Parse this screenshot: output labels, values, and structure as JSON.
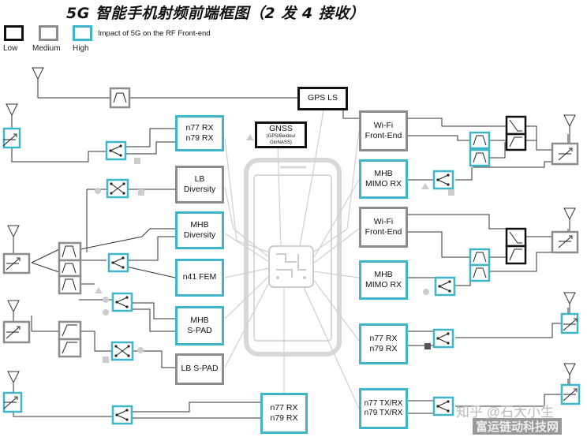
{
  "title": "5G 智能手机射频前端框图（2 发 4 接收）",
  "legend": {
    "items": [
      {
        "label": "Low",
        "color": "#111111"
      },
      {
        "label": "Medium",
        "color": "#8c8c8c"
      },
      {
        "label": "High",
        "color": "#3fb6c7"
      }
    ],
    "description": "Impact of 5G on the RF Front-end"
  },
  "blocks": {
    "gps_ls": "GPS LS",
    "gnss": "GNSS",
    "gnss_sub": "(GPS/Beidou/\nGloNASS)",
    "n77_rx_top": "n77 RX\nn79 RX",
    "lb_diversity": "LB\nDiversity",
    "mhb_diversity": "MHB\nDiversity",
    "n41_fem": "n41 FEM",
    "mhb_spad": "MHB\nS-PAD",
    "lb_spad": "LB S-PAD",
    "n77_rx_bottom": "n77 RX\nn79 RX",
    "wifi_fe_1": "Wi-Fi\nFront-End",
    "mhb_mimo_1": "MHB\nMIMO RX",
    "wifi_fe_2": "Wi-Fi\nFront-End",
    "mhb_mimo_2": "MHB\nMIMO RX",
    "n77_rx_right": "n77 RX\nn79 RX",
    "n77_txrx": "n77 TX/RX\nn79 TX/RX"
  },
  "colors": {
    "high": "#3fb6c7",
    "medium": "#8c8c8c",
    "low": "#111111",
    "line": "#333333",
    "phone": "#d8d8d8"
  },
  "watermark": "知乎 @石大小生",
  "watermark2": "富运链动科技网"
}
